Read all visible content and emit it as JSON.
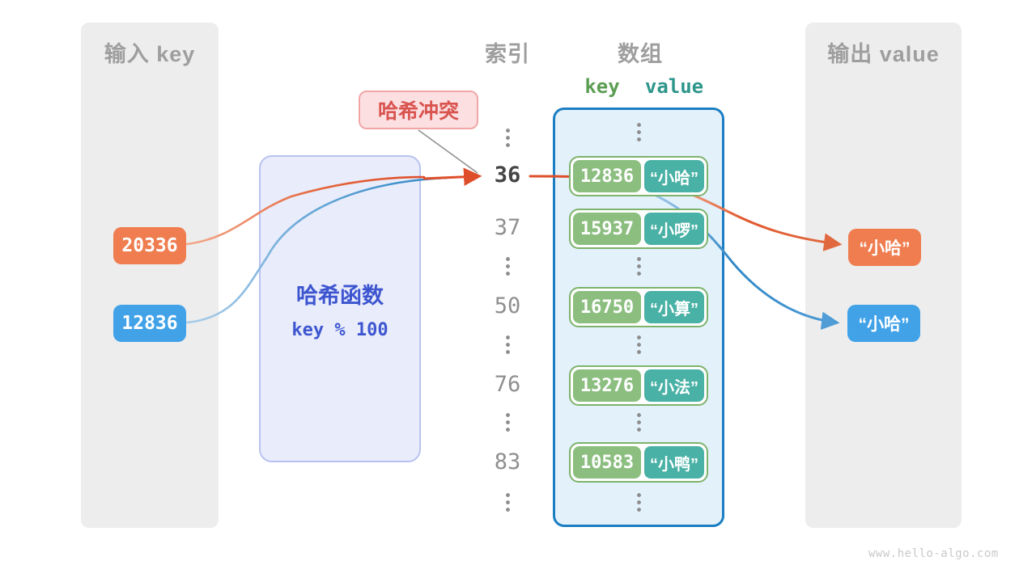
{
  "input_panel": {
    "title": "输入 key",
    "keys": [
      {
        "label": "20336",
        "color": "#ef7d4f"
      },
      {
        "label": "12836",
        "color": "#41a2e8"
      }
    ]
  },
  "hash_function": {
    "name": "哈希函数",
    "formula": "key % 100"
  },
  "collision_badge": {
    "label": "哈希冲突"
  },
  "index_column": {
    "title": "索引",
    "rows": [
      "⋮",
      "36",
      "37",
      "⋮",
      "50",
      "⋮",
      "76",
      "⋮",
      "83",
      "⋮"
    ],
    "highlighted_index": "36"
  },
  "array_panel": {
    "title": "数组",
    "columns": {
      "key": "key",
      "value": "value"
    },
    "entries": [
      {
        "key": "12836",
        "value": "“小哈”"
      },
      {
        "key": "15937",
        "value": "“小啰”"
      },
      {
        "key": "16750",
        "value": "“小算”"
      },
      {
        "key": "13276",
        "value": "“小法”"
      },
      {
        "key": "10583",
        "value": "“小鸭”"
      }
    ]
  },
  "output_panel": {
    "title": "输出 value",
    "values": [
      {
        "label": "“小哈”",
        "color": "#ef7d4f"
      },
      {
        "label": "“小哈”",
        "color": "#41a2e8"
      }
    ]
  },
  "watermark": "www.hello-algo.com",
  "colors": {
    "badge_orange": "#ef7d4f",
    "badge_blue": "#41a2e8",
    "key_pill_green": "#8cbe80",
    "value_pill_teal": "#49b1a5",
    "arrow_orange": "#de4e2a",
    "arrow_blue": "#2f87c6",
    "collision_red": "#d9544f",
    "hash_box_blue": "#3d56d0",
    "array_border_blue": "#1b7ec2",
    "entry_border_green": "#7db36b"
  }
}
